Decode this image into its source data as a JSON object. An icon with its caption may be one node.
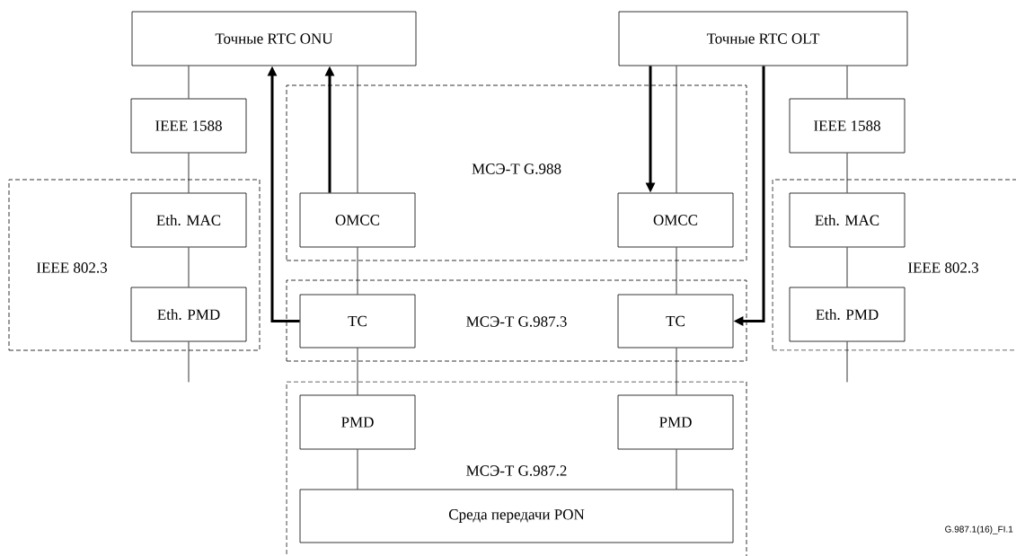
{
  "diagram": {
    "nodes": [
      {
        "text": [
          "Точные RTC ONU"
        ]
      },
      {
        "text": [
          "Точные RTC OLT"
        ]
      },
      {
        "text": [
          "IEEE 1588"
        ]
      },
      {
        "text": [
          "IEEE 1588"
        ]
      },
      {
        "text": [
          "IEEE 802.3"
        ]
      },
      {
        "text": [
          "Eth. MAC"
        ],
        "in": 4
      },
      {
        "text": [
          "Eth. PMD"
        ],
        "in": 4
      },
      {
        "text": [
          "МСЭ-Т G.988"
        ]
      },
      {
        "text": [
          "OMCC"
        ],
        "in": 7
      },
      {
        "text": [
          "OMCC"
        ],
        "in": 7
      },
      {
        "text": [
          "IEEE 802.3"
        ]
      },
      {
        "text": [
          "Eth. MAC"
        ],
        "in": 10
      },
      {
        "text": [
          "Eth. PMD"
        ],
        "in": 10
      },
      {
        "text": [
          "МСЭ-Т G.987.3"
        ]
      },
      {
        "text": [
          "TC"
        ],
        "in": 13
      },
      {
        "text": [
          "TC"
        ],
        "in": 13
      },
      {
        "text": [
          "МСЭ-Т G.987.2"
        ]
      },
      {
        "text": [
          "PMD"
        ],
        "in": 16
      },
      {
        "text": [
          "PMD"
        ],
        "in": 16
      },
      {
        "text": [
          "Среда передачи PON"
        ],
        "in": 16
      }
    ],
    "edges": [
      {
        "from": 0,
        "to": 2,
        "arrow": "none"
      },
      {
        "from": 2,
        "to": 5,
        "arrow": "none"
      },
      {
        "from": 5,
        "to": 6,
        "arrow": "none"
      },
      {
        "from": 6,
        "to": null,
        "arrow": "none"
      },
      {
        "from": 0,
        "to": 8,
        "arrow": "none"
      },
      {
        "from": 8,
        "to": 0,
        "arrow": "to",
        "style": "thick"
      },
      {
        "from": 14,
        "to": 0,
        "arrow": "to",
        "style": "thick"
      },
      {
        "from": 8,
        "to": 14,
        "arrow": "none"
      },
      {
        "from": 14,
        "to": 17,
        "arrow": "none"
      },
      {
        "from": 17,
        "to": 19,
        "arrow": "none"
      },
      {
        "from": 1,
        "to": 9,
        "arrow": "none"
      },
      {
        "from": 1,
        "to": 9,
        "arrow": "to",
        "style": "thick"
      },
      {
        "from": 1,
        "to": 15,
        "arrow": "to",
        "style": "thick"
      },
      {
        "from": 9,
        "to": 15,
        "arrow": "none"
      },
      {
        "from": 15,
        "to": 18,
        "arrow": "none"
      },
      {
        "from": 18,
        "to": 19,
        "arrow": "none"
      },
      {
        "from": 1,
        "to": 3,
        "arrow": "none"
      },
      {
        "from": 3,
        "to": 11,
        "arrow": "none"
      },
      {
        "from": 11,
        "to": 12,
        "arrow": "none"
      },
      {
        "from": 12,
        "to": null,
        "arrow": "none"
      }
    ],
    "labels": [
      "G.987.1(16)_FI.1"
    ]
  }
}
